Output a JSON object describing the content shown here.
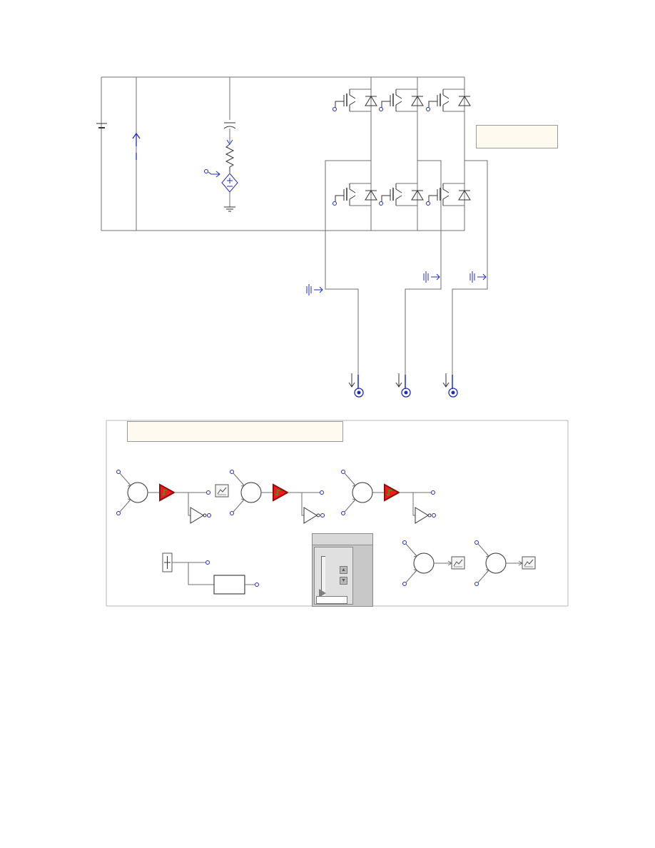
{
  "colors": {
    "wire": "#6f6f6f",
    "node": "#1f2bbf",
    "comparator_border": "#8a1010",
    "comparator_fill": "#ee1c1c",
    "comparator_glyph": "#18b018",
    "annotation_fill": "#fffaf0",
    "panel_gray": "#c8c8c8"
  },
  "power_stage": {
    "annotation_text": "",
    "switch_count": 6,
    "phase_outputs": [
      "",
      "",
      ""
    ]
  },
  "control_stage": {
    "annotation_text": "",
    "pwm_channels": 3,
    "extra_summers": 2
  },
  "slider": {
    "title": "",
    "value": "",
    "up_icon": "triangle-up-icon",
    "down_icon": "triangle-down-icon"
  }
}
